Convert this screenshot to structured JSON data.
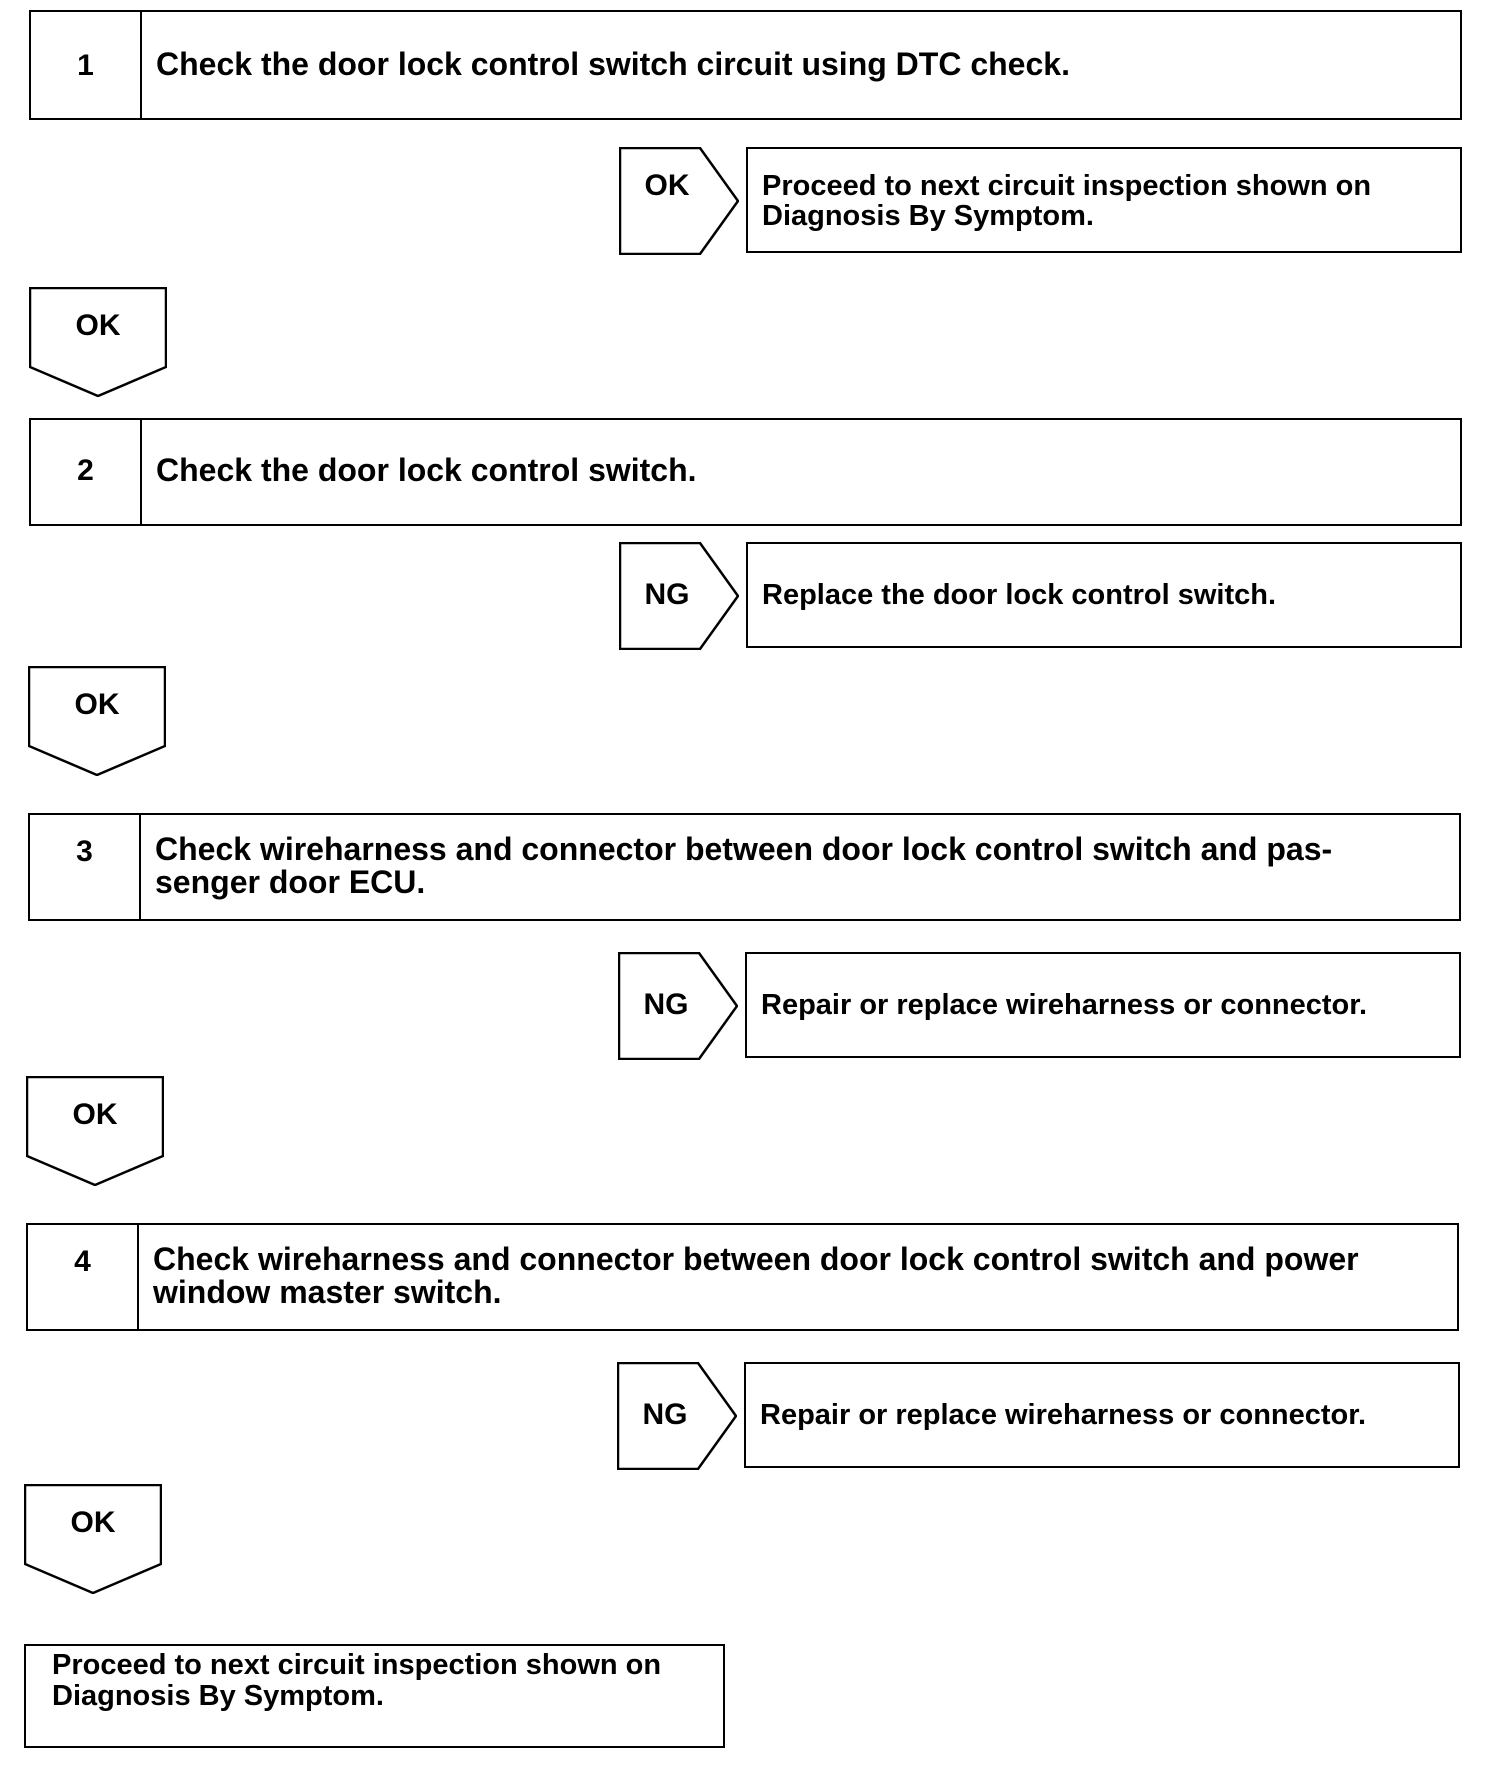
{
  "steps": [
    {
      "number": "1",
      "text": "Check the door lock control switch circuit using DTC check."
    },
    {
      "number": "2",
      "text": "Check the door lock control switch."
    },
    {
      "number": "3",
      "text": "Check wireharness and connector between door lock control switch and pas-\nsenger door ECU."
    },
    {
      "number": "4",
      "text": "Check wireharness and connector between door lock control switch and power\nwindow master switch."
    }
  ],
  "side_branches": [
    {
      "label": "OK",
      "text": "Proceed to next circuit inspection shown on\nDiagnosis By Symptom."
    },
    {
      "label": "NG",
      "text": "Replace the door lock control switch."
    },
    {
      "label": "NG",
      "text": "Repair or replace wireharness or connector."
    },
    {
      "label": "NG",
      "text": "Repair or replace wireharness or connector."
    }
  ],
  "down_arrows": [
    "OK",
    "OK",
    "OK",
    "OK"
  ],
  "final": {
    "text": "Proceed to next circuit inspection shown on\nDiagnosis By Symptom."
  }
}
